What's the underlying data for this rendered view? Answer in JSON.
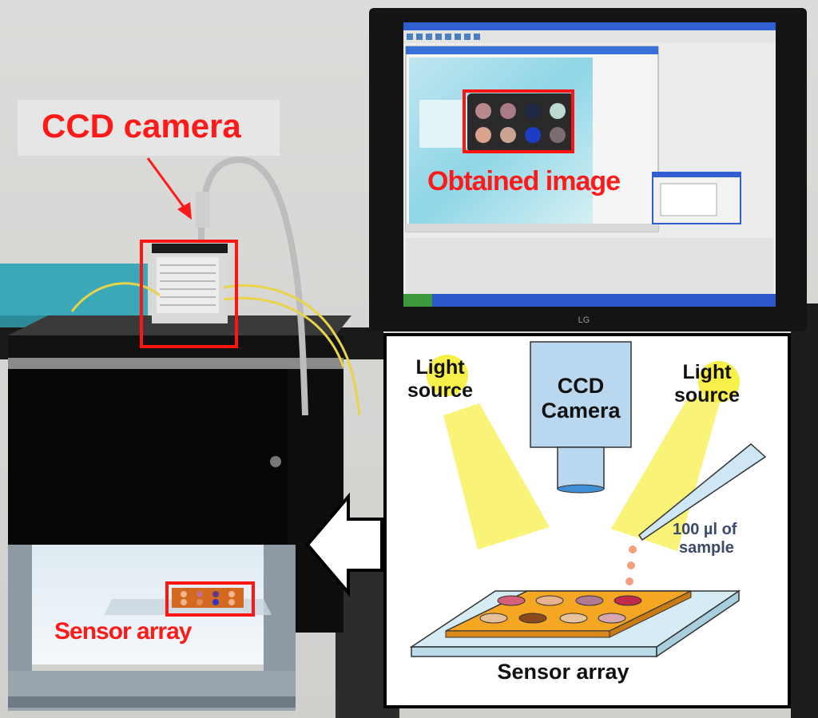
{
  "photo": {
    "ccd_camera_label": "CCD camera",
    "obtained_image_label": "Obtained image",
    "sensor_array_label": "Sensor array"
  },
  "diagram": {
    "light_source_left": [
      "Light",
      "source"
    ],
    "light_source_right": [
      "Light",
      "source"
    ],
    "ccd_camera": [
      "CCD",
      "Camera"
    ],
    "sample": [
      "100 µl of",
      "sample"
    ],
    "sensor_array": "Sensor array"
  },
  "monitor": {
    "brand": "LG"
  },
  "colors": {
    "annotation_red": "#ff1a1a",
    "light_yellow": "#f7ef4a",
    "camera_blue": "#b9d7ee",
    "sensor_orange": "#f5a623",
    "sample_drop": "#f4a07a"
  }
}
